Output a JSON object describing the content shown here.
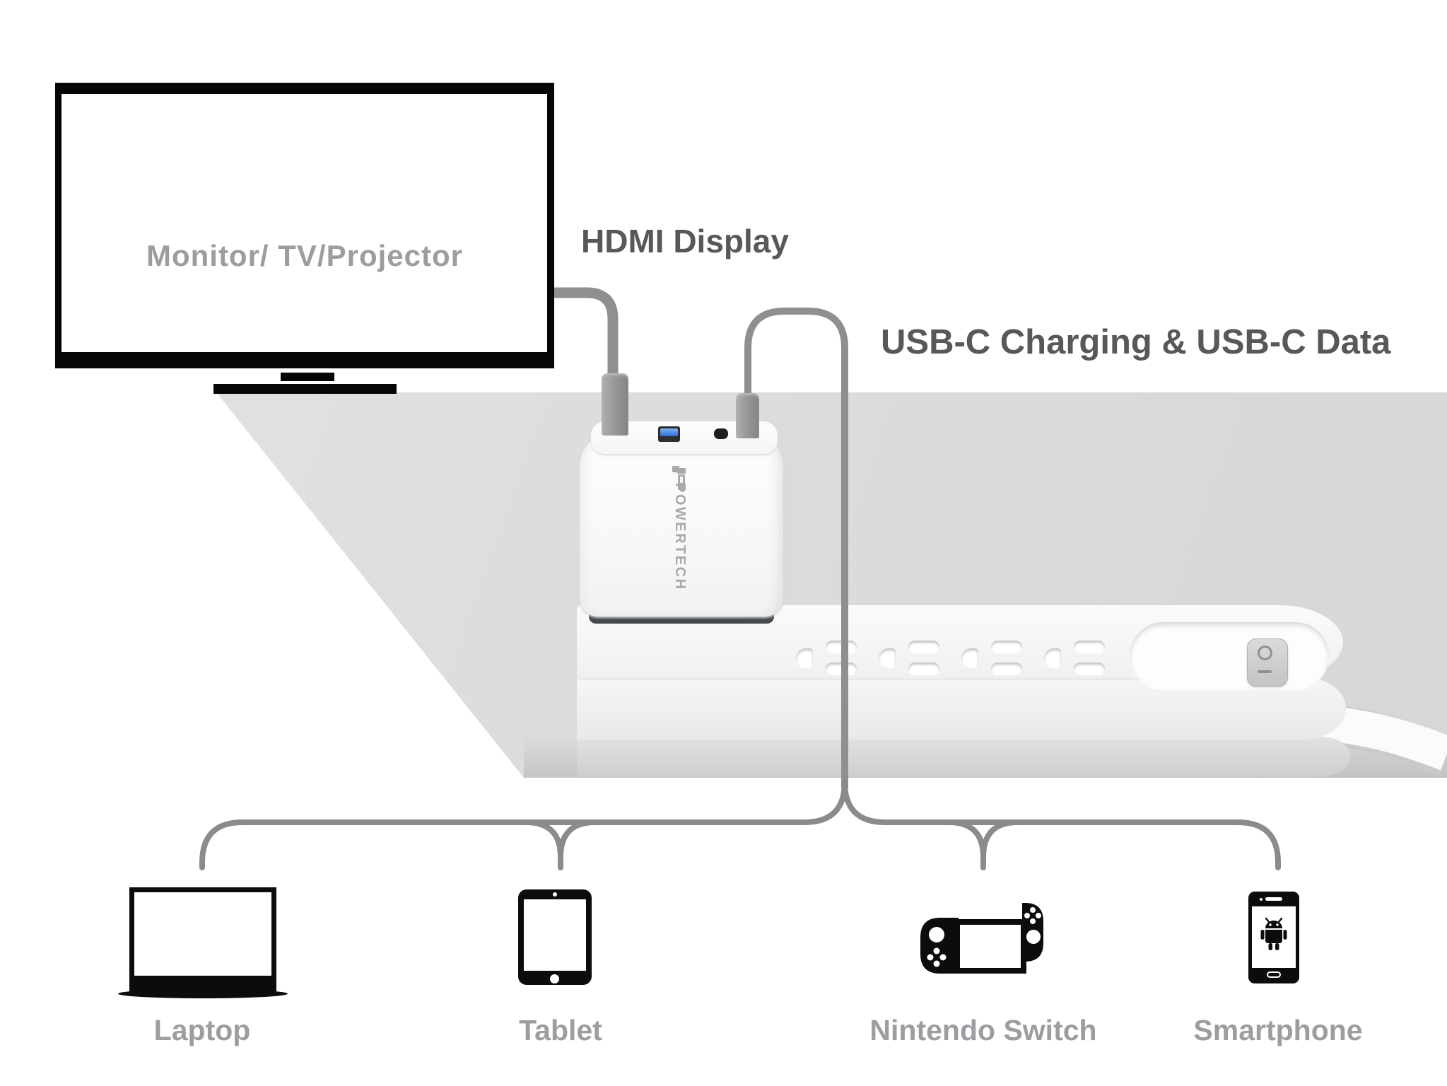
{
  "diagram_title_labels": {
    "monitor": "Monitor/ TV/Projector",
    "hdmi_display": "HDMI Display",
    "usbc": "USB-C Charging & USB-C Data"
  },
  "adapter": {
    "brand": "POWERTECH",
    "ports": [
      "hdmi-plug",
      "usb-a-port",
      "usb-c-port",
      "usb-c-plug"
    ]
  },
  "power_strip": {
    "outlet_count": 4,
    "rocker_top_mark": "O",
    "rocker_bottom_mark": "—"
  },
  "devices": [
    {
      "id": "laptop",
      "label": "Laptop"
    },
    {
      "id": "tablet",
      "label": "Tablet"
    },
    {
      "id": "nintendo-switch",
      "label": "Nintendo Switch"
    },
    {
      "id": "smartphone",
      "label": "Smartphone"
    }
  ],
  "colors": {
    "heading_gray": "#57585a",
    "label_gray": "#9b9da0",
    "cable_gray": "#8d8f90",
    "table_gray": "#dbdcde",
    "usb_port_blue": "#2f6fd6",
    "device_black": "#0c0c0c"
  }
}
